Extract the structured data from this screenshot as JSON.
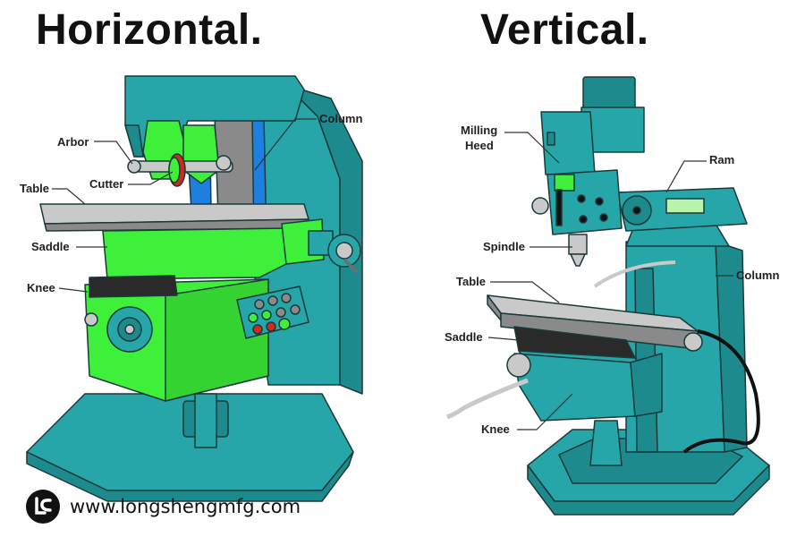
{
  "titles": {
    "horizontal": "Horizontal.",
    "vertical": "Vertical."
  },
  "horizontal_labels": {
    "arbor": "Arbor",
    "cutter": "Cutter",
    "table": "Table",
    "saddle": "Saddle",
    "knee": "Knee",
    "column": "Column"
  },
  "vertical_labels": {
    "milling_head_line1": "Milling",
    "milling_head_line2": "Heed",
    "ram": "Ram",
    "spindle": "Spindle",
    "table": "Table",
    "saddle": "Saddle",
    "knee": "Knee",
    "column": "Column"
  },
  "footer": {
    "url": "www.longshengmfg.com"
  },
  "colors": {
    "teal": "#26a6a8",
    "teal_dark": "#1d8b8e",
    "green": "#3ef03a",
    "grey": "#c9c9c9",
    "blue": "#1f7fe0",
    "outline": "#1a3a3a"
  },
  "icons": [
    "brand-logo-icon"
  ]
}
